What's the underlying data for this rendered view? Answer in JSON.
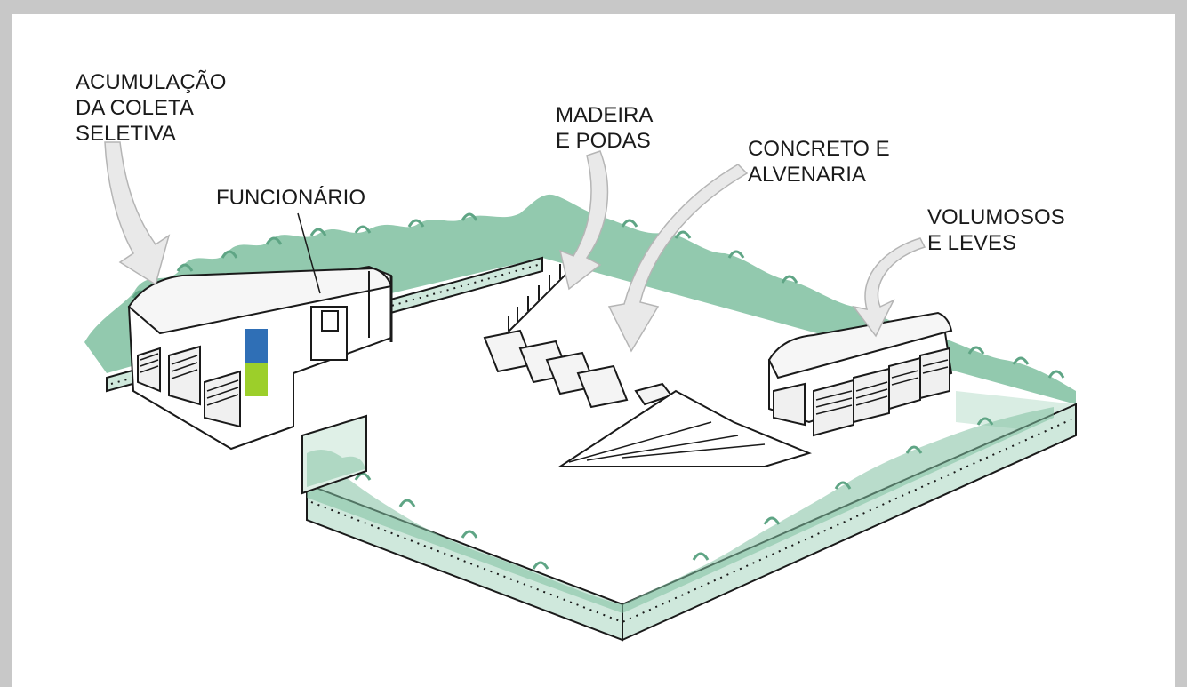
{
  "labels": {
    "acumulacao": "ACUMULAÇÃO\nDA COLETA\nSELETIVA",
    "funcionario": "FUNCIONÁRIO",
    "madeira": "MADEIRA\nE PODAS",
    "concreto": "CONCRETO E\nALVENARIA",
    "volumosos": "VOLUMOSOS\nE LEVES"
  },
  "colors": {
    "frame": "#c8c8c8",
    "vegetation": "#7fbfa0",
    "fence_glass": "#cfe8dc",
    "line": "#1a1a1a",
    "silo_blue": "#2f6fb6",
    "silo_green": "#9ccf2a"
  }
}
